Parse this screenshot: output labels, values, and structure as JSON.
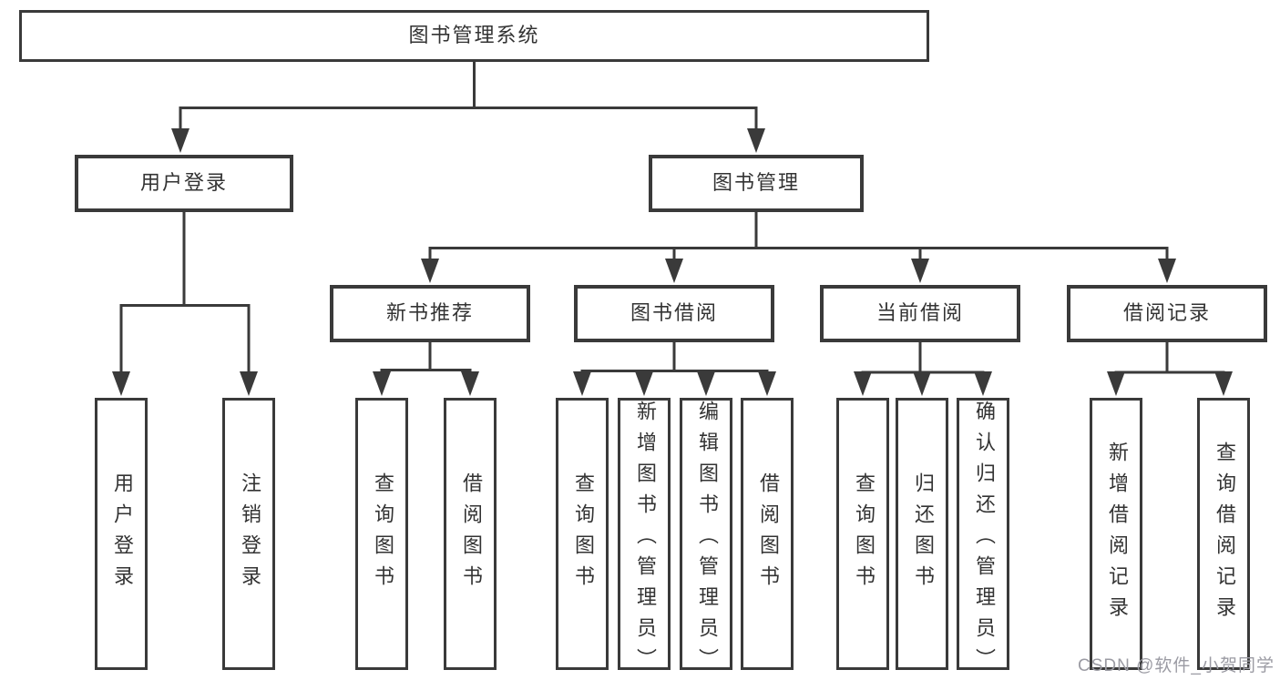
{
  "diagram_title": "图书管理系统",
  "nodes": {
    "root": "图书管理系统",
    "user_login": "用户登录",
    "book_mgmt": "图书管理",
    "new_book": "新书推荐",
    "book_borrow": "图书借阅",
    "current_borrow": "当前借阅",
    "borrow_record": "借阅记录",
    "leaf_user_login": "用户登录",
    "leaf_logout": "注销登录",
    "leaf_nb_query": "查询图书",
    "leaf_nb_borrow": "借阅图书",
    "leaf_bb_query": "查询图书",
    "leaf_bb_add": "新增图书（管理员）",
    "leaf_bb_edit": "编辑图书（管理员）",
    "leaf_bb_borrow": "借阅图书",
    "leaf_cb_query": "查询图书",
    "leaf_cb_return": "归还图书",
    "leaf_cb_confirm": "确认归还（管理员）",
    "leaf_br_add": "新增借阅记录",
    "leaf_br_query": "查询借阅记录"
  },
  "hierarchy": {
    "图书管理系统": {
      "用户登录": [
        "用户登录",
        "注销登录"
      ],
      "图书管理": {
        "新书推荐": [
          "查询图书",
          "借阅图书"
        ],
        "图书借阅": [
          "查询图书",
          "新增图书（管理员）",
          "编辑图书（管理员）",
          "借阅图书"
        ],
        "当前借阅": [
          "查询图书",
          "归还图书",
          "确认归还（管理员）"
        ],
        "借阅记录": [
          "新增借阅记录",
          "查询借阅记录"
        ]
      }
    }
  },
  "watermark": "CSDN @软件_小贺同学",
  "colors": {
    "line": "#3a3a3a",
    "text": "#333333",
    "watermark": "#9b9ba3",
    "background": "#ffffff"
  }
}
